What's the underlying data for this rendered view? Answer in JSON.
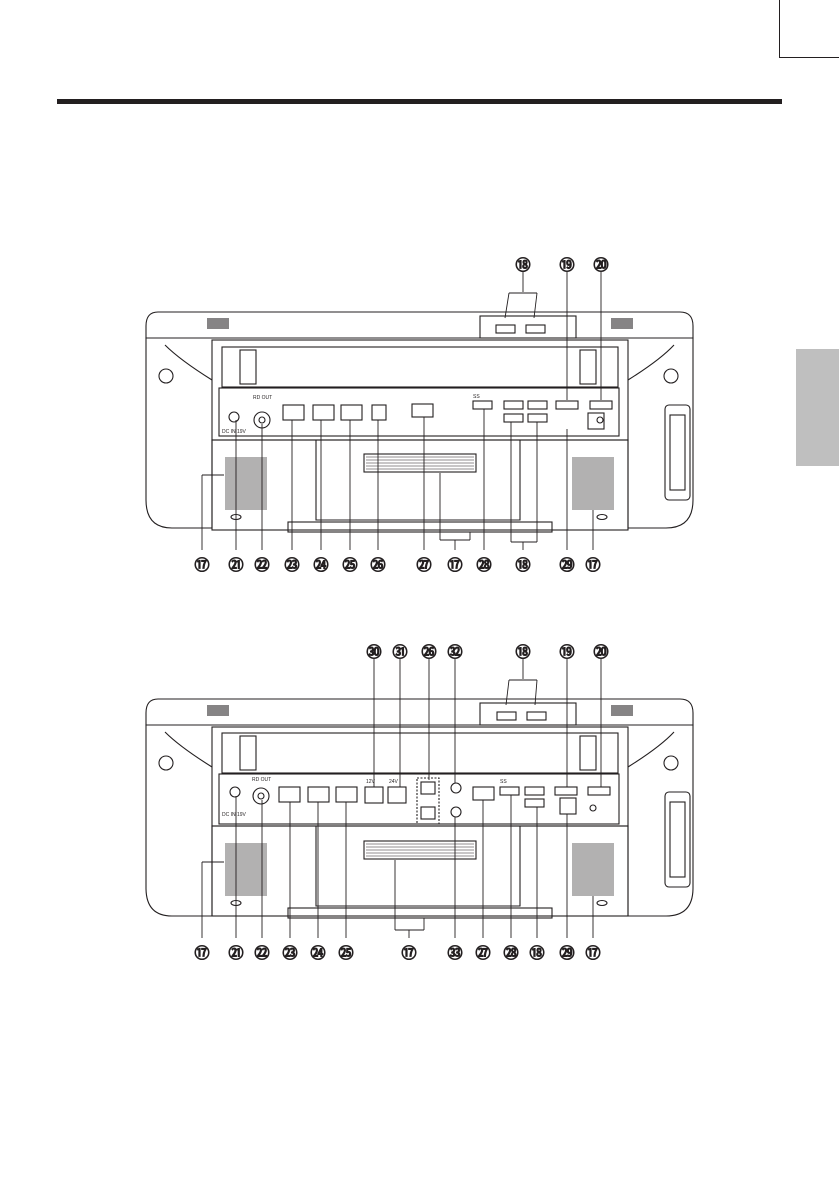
{
  "figure_1": {
    "callouts_top": [
      "⑱",
      "⑲",
      "⑳"
    ],
    "callouts_bottom": [
      "⑰",
      "㉑",
      "㉒",
      "㉓",
      "㉔",
      "㉕",
      "㉖",
      "㉗",
      "⑰",
      "㉘",
      "⑱",
      "㉙",
      "⑰"
    ],
    "port_labels": [
      "DC IN 19V",
      "RD OUT",
      "SS"
    ]
  },
  "figure_2": {
    "callouts_top": [
      "㉚",
      "㉛",
      "㉖",
      "㉜",
      "⑱",
      "⑲",
      "⑳"
    ],
    "callouts_bottom": [
      "⑰",
      "㉑",
      "㉒",
      "㉓",
      "㉔",
      "㉕",
      "⑰",
      "㉝",
      "㉗",
      "㉘",
      "⑱",
      "㉙",
      "⑰"
    ],
    "port_labels": [
      "DC IN 19V",
      "RD OUT",
      "SS",
      "12V",
      "24V"
    ]
  },
  "colors": {
    "ink": "#231f20",
    "tab": "#bfbfbf",
    "paper": "#ffffff"
  },
  "icons": [
    "usb-icon",
    "power-icon",
    "lan-icon",
    "serial-port-icon"
  ]
}
